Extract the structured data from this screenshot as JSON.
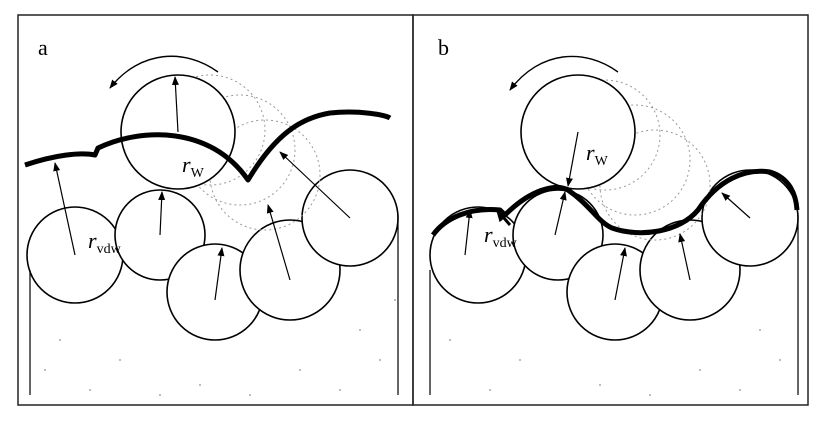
{
  "panels": [
    {
      "label": "a",
      "probe_radius_symbol": "r",
      "probe_radius_subscript": "W",
      "atom_radius_symbol": "r",
      "atom_radius_subscript": "vdw"
    },
    {
      "label": "b",
      "probe_radius_symbol": "r",
      "probe_radius_subscript": "W",
      "atom_radius_symbol": "r",
      "atom_radius_subscript": "vdw"
    }
  ],
  "colors": {
    "line": "#000000",
    "dots": "#9a9a9a",
    "frame": "#222222"
  }
}
